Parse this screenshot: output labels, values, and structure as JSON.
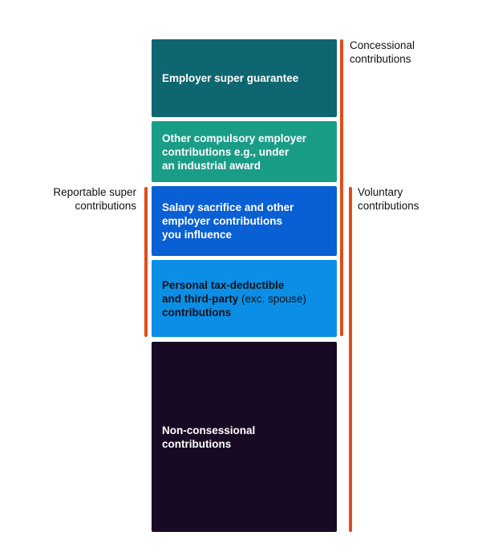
{
  "blocks": {
    "employer_sg": {
      "lines": [
        "Employer super guarantee"
      ]
    },
    "other_compulsory": {
      "lines": [
        "Other compulsory employer",
        "contributions e.g., under",
        "an industrial award"
      ]
    },
    "salary_sacrifice": {
      "lines": [
        "Salary sacrifice and other",
        "employer contributions",
        "you influence"
      ]
    },
    "personal": {
      "line1": "Personal tax-deductible",
      "line2_bold": "and third-party",
      "line2_normal": " (exc. spouse)",
      "line3": "contributions"
    },
    "non_concessional": {
      "lines": [
        "Non-consessional",
        "contributions"
      ]
    }
  },
  "labels": {
    "reportable": [
      "Reportable super",
      "contributions"
    ],
    "concessional": [
      "Concessional",
      "contributions"
    ],
    "voluntary": [
      "Voluntary",
      "contributions"
    ]
  },
  "colors": {
    "employer_sg": "#0e6670",
    "other_compulsory": "#199d86",
    "salary_sacrifice": "#095fd4",
    "personal": "#0b8ee6",
    "non_concessional": "#180a24",
    "bracket": "#e04c1c"
  }
}
